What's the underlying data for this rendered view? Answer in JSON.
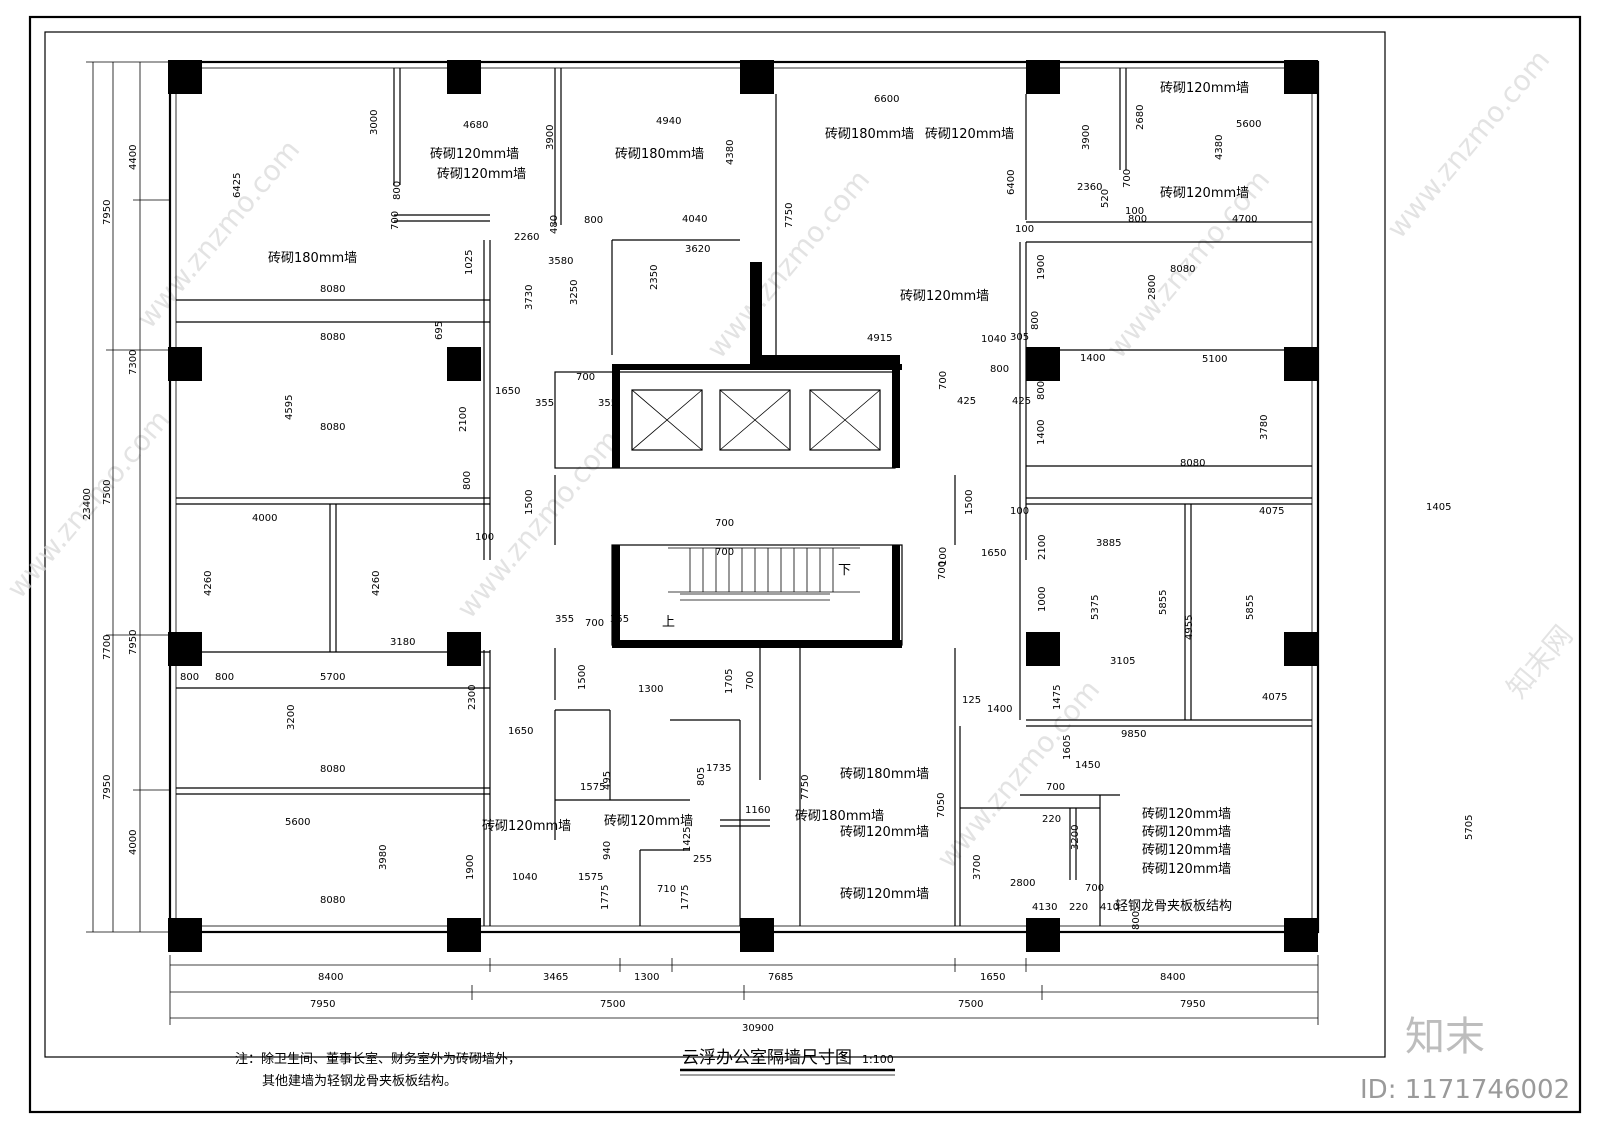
{
  "title": "云浮办公室隔墙尺寸图",
  "scale": "1:100",
  "notes": [
    "注：除卫生间、董事长室、财务室外为砖砌墙外，",
    "其他建墙为轻钢龙骨夹板板结构。"
  ],
  "wall_labels": [
    "砖砌120mm墙",
    "砖砌180mm墙",
    "砖砌120mm墙",
    "砖砌180mm墙",
    "砖砌120mm墙",
    "砖砌120mm墙",
    "砖砌180mm墙",
    "砖砌120mm墙",
    "砖砌120mm墙",
    "砖砌120mm墙",
    "砖砌180mm墙",
    "砖砌120mm墙",
    "砖砌120mm墙",
    "砖砌180mm墙",
    "砖砌120mm墙",
    "砖砌120mm墙",
    "砖砌120mm墙",
    "砖砌120mm墙",
    "砖砌120mm墙",
    "轻钢龙骨夹板板结构"
  ],
  "bottom_dims_row1": [
    "8400",
    "3465",
    "1300",
    "7685",
    "1650",
    "8400"
  ],
  "bottom_dims_row2": [
    "7950",
    "7500",
    "7500",
    "7950"
  ],
  "bottom_dims_total": "30900",
  "left_dims_outer": "23400",
  "left_dims_mid": [
    "7950",
    "7500",
    "7700",
    "7950"
  ],
  "left_dims_inner": [
    "4400",
    "7300",
    "7950",
    "4000"
  ],
  "room_dims": [
    "4680",
    "4940",
    "6600",
    "5600",
    "3000",
    "3900",
    "4380",
    "3900",
    "2680",
    "4380",
    "6425",
    "800",
    "700",
    "7750",
    "6400",
    "2360",
    "700",
    "520",
    "100",
    "800",
    "4700",
    "2260",
    "480",
    "800",
    "4040",
    "3620",
    "3580",
    "1025",
    "3730",
    "3250",
    "2350",
    "8080",
    "1900",
    "8080",
    "2800",
    "8080",
    "695",
    "800",
    "4915",
    "1040",
    "305",
    "800",
    "1400",
    "5100",
    "4595",
    "8080",
    "1650",
    "2100",
    "355",
    "700",
    "355",
    "700",
    "425",
    "425",
    "800",
    "3780",
    "8080",
    "1400",
    "800",
    "100",
    "700",
    "1405",
    "4075",
    "1500",
    "1500",
    "700",
    "100",
    "4000",
    "3885",
    "4260",
    "4260",
    "100",
    "1650",
    "700",
    "2100",
    "5375",
    "5855",
    "4955",
    "5855",
    "1000",
    "3180",
    "355",
    "700",
    "355",
    "800",
    "800",
    "5700",
    "1500",
    "1300",
    "1705",
    "700",
    "3105",
    "4075",
    "1475",
    "125",
    "1400",
    "9850",
    "2300",
    "3200",
    "1650",
    "8080",
    "1735",
    "805",
    "1575",
    "495",
    "1605",
    "1450",
    "700",
    "5705",
    "5600",
    "1160",
    "3980",
    "7750",
    "7050",
    "1040",
    "1575",
    "940",
    "1425",
    "255",
    "710",
    "3200",
    "3700",
    "2800",
    "700",
    "8080",
    "1900",
    "1775",
    "1775",
    "4130",
    "220",
    "410",
    "800",
    "220",
    "100"
  ],
  "stair_labels": [
    "下",
    "上"
  ],
  "watermark": "www.znzmo.com",
  "watermark_cn": "知末网",
  "logo": "知末",
  "id_text": "ID: 1171746002"
}
